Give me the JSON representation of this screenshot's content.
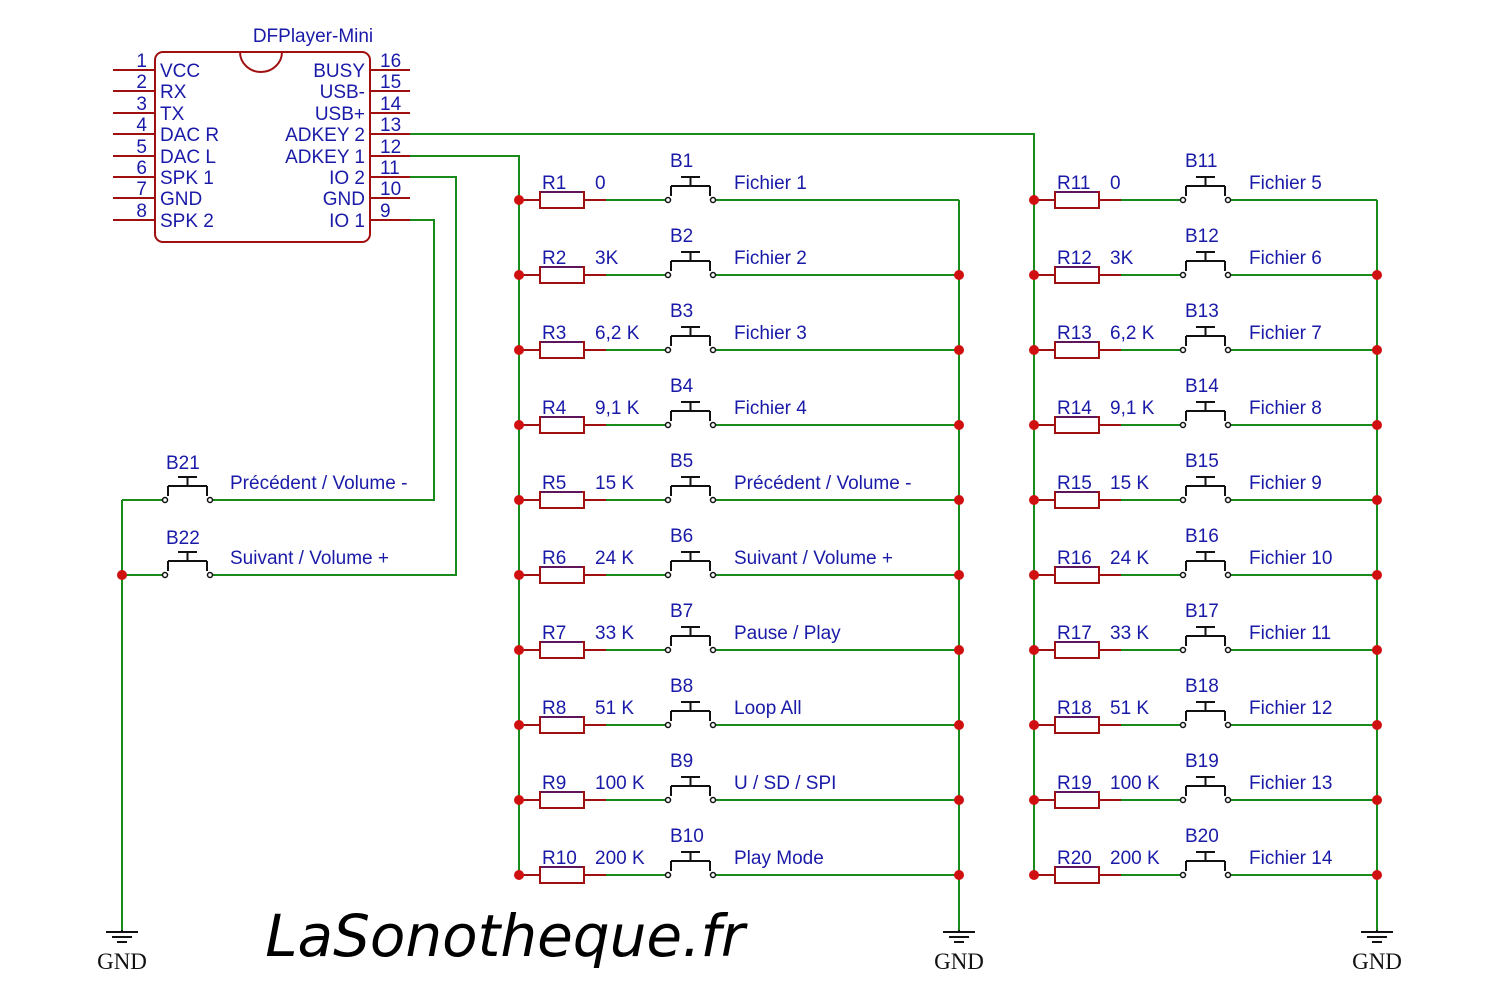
{
  "colors": {
    "wire": "#1a8a1a",
    "component": "#a01010",
    "junction": "#d01010",
    "label": "#1a1aa8",
    "vcc": "#e01010",
    "ground": "#111111"
  },
  "module": {
    "name": "DFPlayer-Mini",
    "left_pins": [
      {
        "num": "1",
        "label": "VCC"
      },
      {
        "num": "2",
        "label": "RX"
      },
      {
        "num": "3",
        "label": "TX"
      },
      {
        "num": "4",
        "label": "DAC R"
      },
      {
        "num": "5",
        "label": "DAC L"
      },
      {
        "num": "6",
        "label": "SPK 1"
      },
      {
        "num": "7",
        "label": "GND"
      },
      {
        "num": "8",
        "label": "SPK 2"
      }
    ],
    "right_pins": [
      {
        "num": "16",
        "label": "BUSY"
      },
      {
        "num": "15",
        "label": "USB-"
      },
      {
        "num": "14",
        "label": "USB+"
      },
      {
        "num": "13",
        "label": "ADKEY 2"
      },
      {
        "num": "12",
        "label": "ADKEY 1"
      },
      {
        "num": "11",
        "label": "IO 2"
      },
      {
        "num": "10",
        "label": "GND"
      },
      {
        "num": "9",
        "label": "IO 1"
      }
    ]
  },
  "io_buttons": [
    {
      "button": "B21",
      "function": "Précédent / Volume -"
    },
    {
      "button": "B22",
      "function": "Suivant / Volume +"
    }
  ],
  "ladder1": [
    {
      "resistor": "R1",
      "value": "0",
      "button": "B1",
      "function": "Fichier 1"
    },
    {
      "resistor": "R2",
      "value": "3K",
      "button": "B2",
      "function": "Fichier 2"
    },
    {
      "resistor": "R3",
      "value": "6,2 K",
      "button": "B3",
      "function": "Fichier 3"
    },
    {
      "resistor": "R4",
      "value": "9,1 K",
      "button": "B4",
      "function": "Fichier 4"
    },
    {
      "resistor": "R5",
      "value": "15 K",
      "button": "B5",
      "function": "Précédent / Volume -"
    },
    {
      "resistor": "R6",
      "value": "24 K",
      "button": "B6",
      "function": "Suivant / Volume +"
    },
    {
      "resistor": "R7",
      "value": "33 K",
      "button": "B7",
      "function": "Pause / Play"
    },
    {
      "resistor": "R8",
      "value": "51 K",
      "button": "B8",
      "function": "Loop All"
    },
    {
      "resistor": "R9",
      "value": "100 K",
      "button": "B9",
      "function": "U / SD / SPI"
    },
    {
      "resistor": "R10",
      "value": "200 K",
      "button": "B10",
      "function": "Play Mode"
    }
  ],
  "ladder2": [
    {
      "resistor": "R11",
      "value": "0",
      "button": "B11",
      "function": "Fichier 5"
    },
    {
      "resistor": "R12",
      "value": "3K",
      "button": "B12",
      "function": "Fichier 6"
    },
    {
      "resistor": "R13",
      "value": "6,2 K",
      "button": "B13",
      "function": "Fichier 7"
    },
    {
      "resistor": "R14",
      "value": "9,1 K",
      "button": "B14",
      "function": "Fichier 8"
    },
    {
      "resistor": "R15",
      "value": "15 K",
      "button": "B15",
      "function": "Fichier 9"
    },
    {
      "resistor": "R16",
      "value": "24 K",
      "button": "B16",
      "function": "Fichier 10"
    },
    {
      "resistor": "R17",
      "value": "33 K",
      "button": "B17",
      "function": "Fichier 11"
    },
    {
      "resistor": "R18",
      "value": "51 K",
      "button": "B18",
      "function": "Fichier 12"
    },
    {
      "resistor": "R19",
      "value": "100 K",
      "button": "B19",
      "function": "Fichier 13"
    },
    {
      "resistor": "R20",
      "value": "200 K",
      "button": "B20",
      "function": "Fichier 14"
    }
  ],
  "ground_label": "GND",
  "watermark": "LaSonotheque.fr"
}
